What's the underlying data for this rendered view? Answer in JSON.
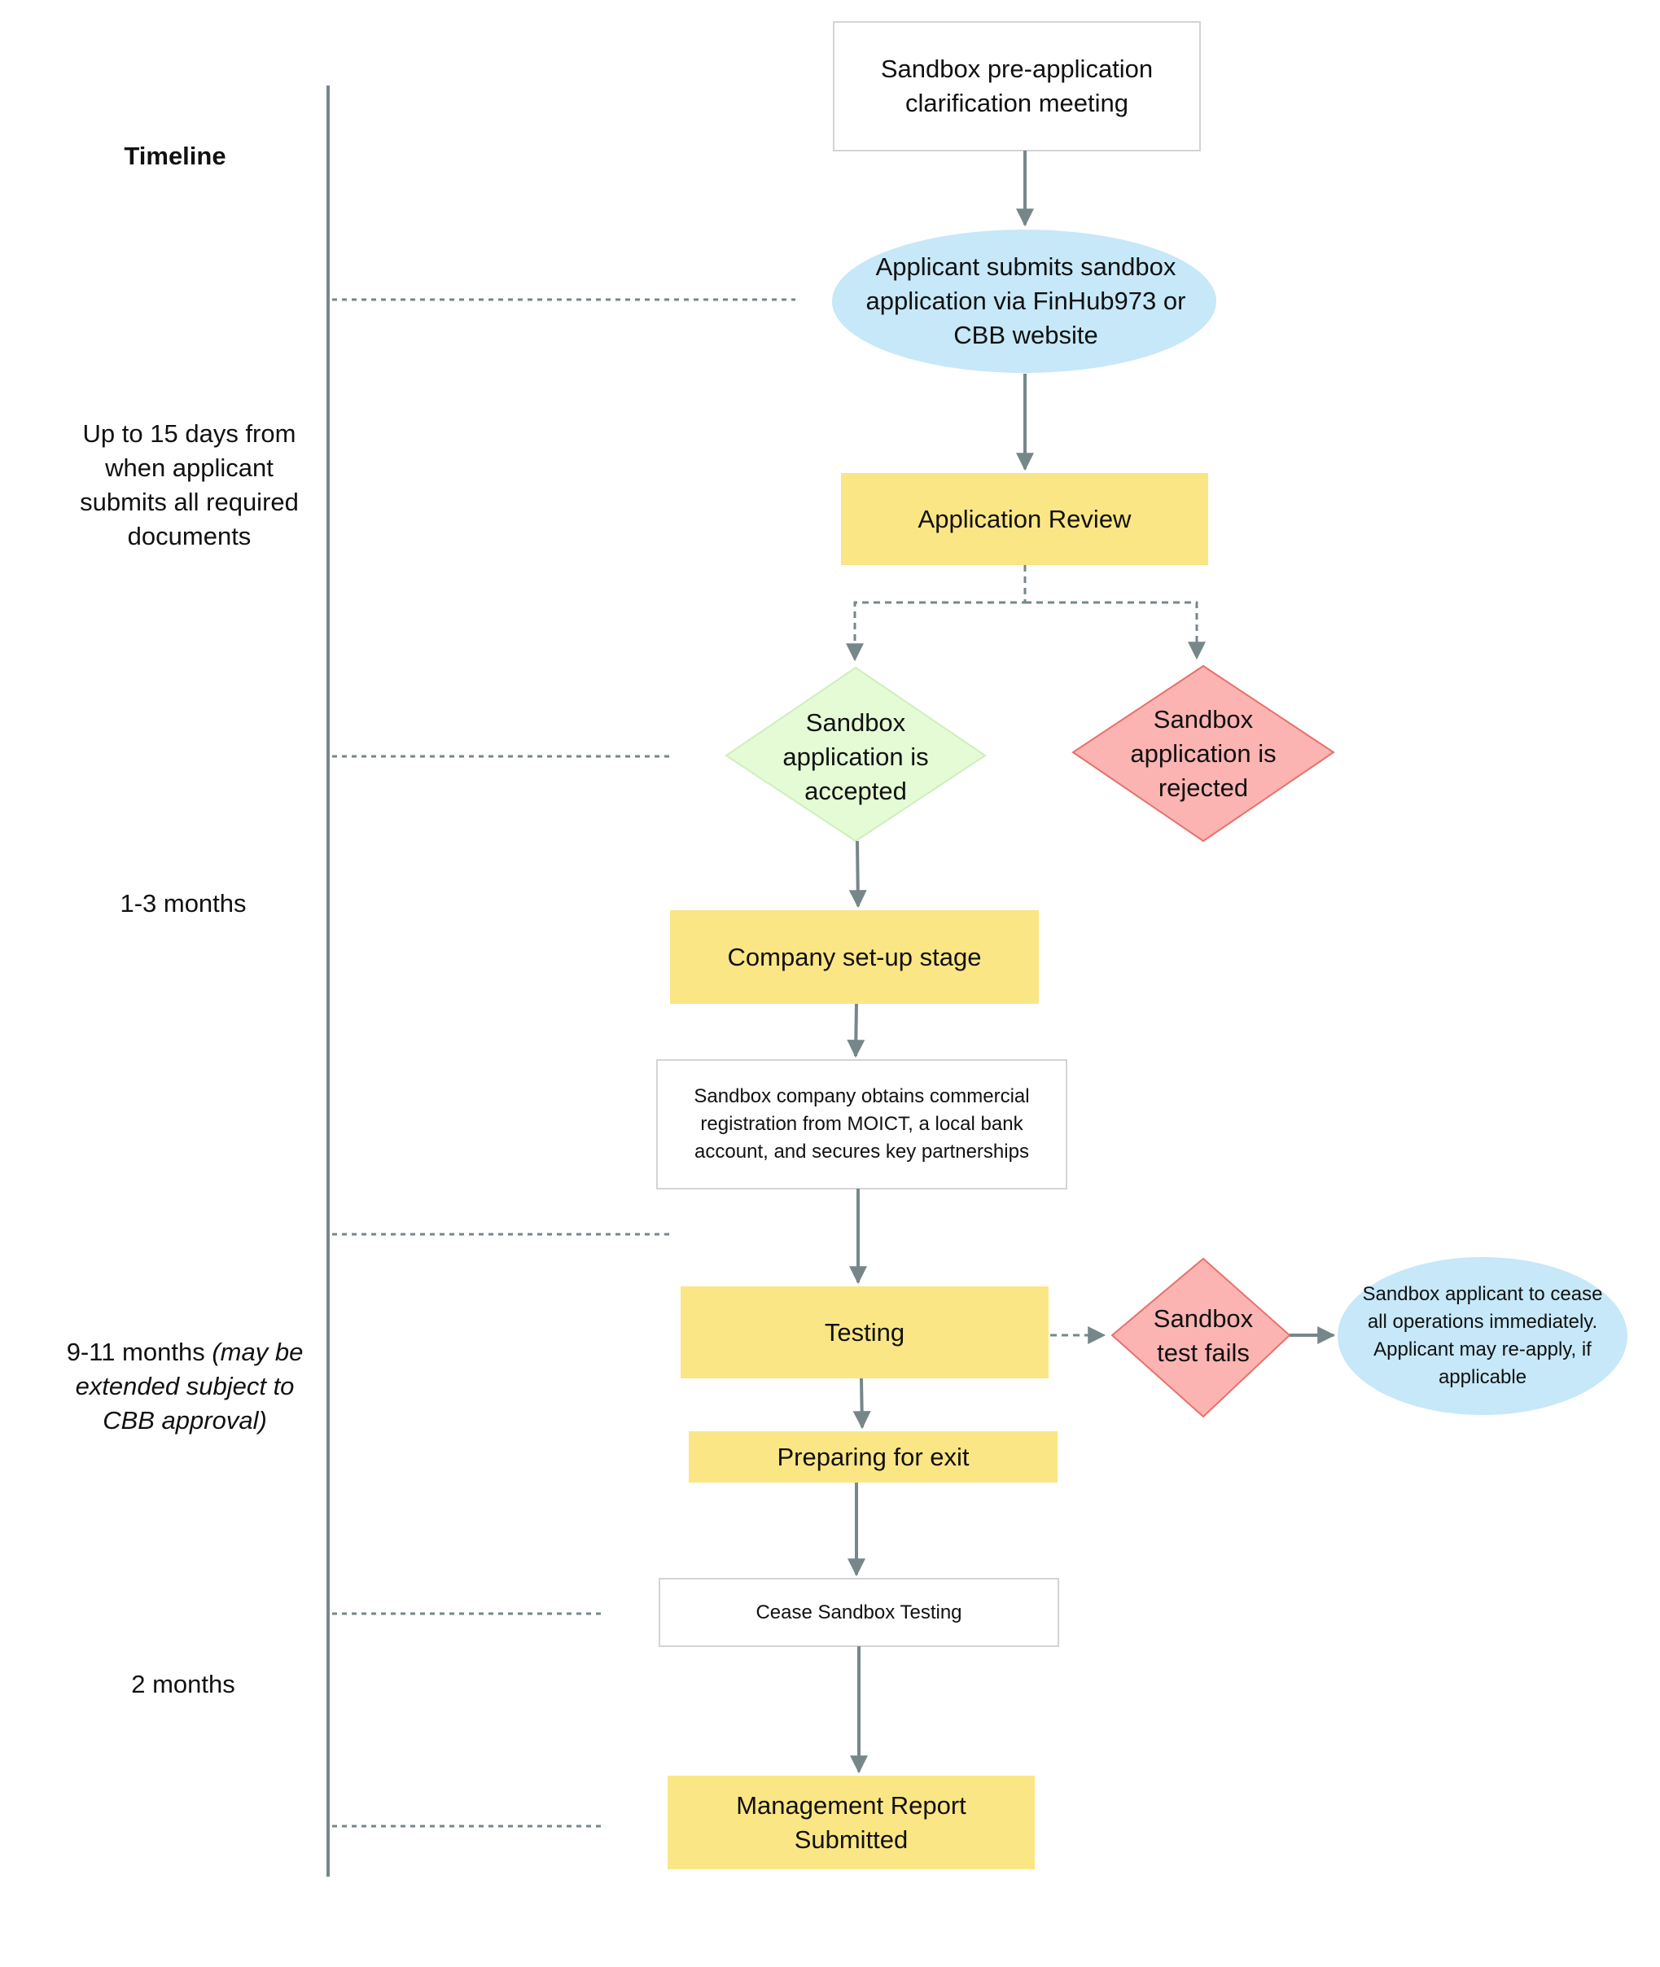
{
  "timeline": {
    "heading": "Timeline",
    "periods": [
      "Up to 15 days from when applicant submits all required documents",
      "1-3 months",
      "2 months"
    ],
    "testing_period": {
      "main": "9-11 months",
      "note": "(may be extended subject to CBB approval)"
    }
  },
  "nodes": {
    "pre_application": "Sandbox pre-application clarification meeting",
    "submit": "Applicant submits sandbox application via FinHub973 or CBB website",
    "review": "Application Review",
    "accepted": "Sandbox application is accepted",
    "rejected": "Sandbox application is rejected",
    "setup": "Company set-up stage",
    "registration": "Sandbox company obtains commercial registration from MOICT, a local bank account, and secures key partnerships",
    "testing": "Testing",
    "test_fails": "Sandbox test fails",
    "cease_ops": "Sandbox applicant to cease all operations immediately. Applicant may re-apply, if applicable",
    "exit_prep": "Preparing for exit",
    "cease_testing": "Cease Sandbox Testing",
    "report": "Management Report Submitted"
  },
  "colors": {
    "line": "#76878a",
    "yellow": "#fbe685",
    "blue_ellipse": "#c6e8f8",
    "green_diamond": "#e4fbd5",
    "red_diamond": "#fbb4b2",
    "red_stroke": "#e8706c",
    "box_border": "#d4d4d4"
  }
}
